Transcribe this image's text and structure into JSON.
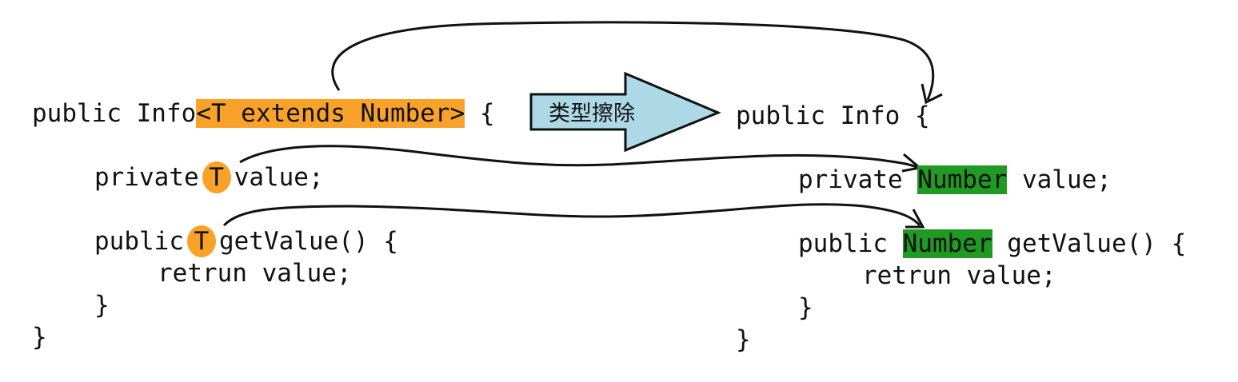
{
  "before": {
    "line1": {
      "pre": "public Info",
      "highlight": "<T extends Number>",
      "post": " {"
    },
    "line2": {
      "pre": "private",
      "type": "T",
      "post": "value;"
    },
    "line3": {
      "pre": "public",
      "type": "T",
      "post": "getValue() {"
    },
    "line4": "retrun value;",
    "line5": "}",
    "line6": "}"
  },
  "transform_label": "类型擦除",
  "after": {
    "line1": "public Info {",
    "line2": {
      "pre": "private ",
      "type": "Number",
      "post": " value;"
    },
    "line3": {
      "pre": "public ",
      "type": "Number",
      "post": " getValue() {"
    },
    "line4": "retrun value;",
    "line5": "}",
    "line6": "}"
  },
  "colors": {
    "generic_highlight": "#f9a229",
    "erased_highlight": "#1f9a23",
    "arrow_fill": "#add8e6"
  }
}
